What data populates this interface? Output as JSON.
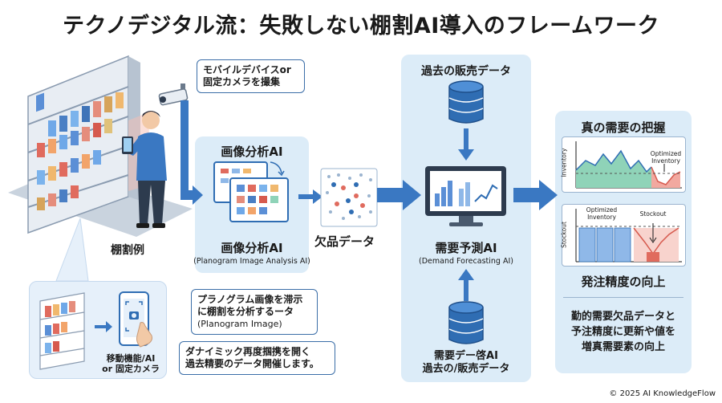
{
  "title": "テクノデジタル流：失敗しない棚割AI導入のフレームワーク",
  "callouts": {
    "camera": "モバイルデバイスor\n固定カメラを撮集",
    "planogram": "プラノグラム画像を滞示\nに棚割を分析するータ",
    "planogram_en": "(Planogram Image)",
    "dynamic": "ダナイミック再度掴携を開く\n過去精要のデータ開催します。"
  },
  "labels": {
    "shelf_example": "棚割例",
    "mobile_device": "移動機能/AI\nor 固定カメラ",
    "image_ai_top": "画像分析AI",
    "image_ai_bottom": "画像分析AI",
    "image_ai_en": "(Planogram Image Analysis AI)",
    "stockout_data": "欠品データ",
    "past_sales_top": "過去の販売データ",
    "demand_ai": "需要予測AI",
    "demand_ai_en": "(Demand Forecasting AI)",
    "demand_data_bottom": "需要デー啓AI\n過去の/販売データ",
    "true_demand": "真の需要の把握",
    "inventory_axis": "Inventory",
    "optimized_inventory_1": "Optimized\nInventory",
    "optimized_inventory_2": "Optimized\nInventory",
    "stockout": "Stockout",
    "stockout_axis": "Stockout",
    "order_accuracy": "発注精度の向上",
    "result_text": "勤的需要欠品データと\n予注精度に更新や値を\n増真需要素の向上"
  },
  "copyright": "© 2025 AI KnowledgeFlow",
  "colors": {
    "accent": "#2f6db3",
    "panel": "#dcecf8",
    "arrow": "#3a78c2",
    "green_fill": "#8fd3b8",
    "red_fill": "#f2a9a0",
    "bar_blue": "#8fb8e8"
  }
}
